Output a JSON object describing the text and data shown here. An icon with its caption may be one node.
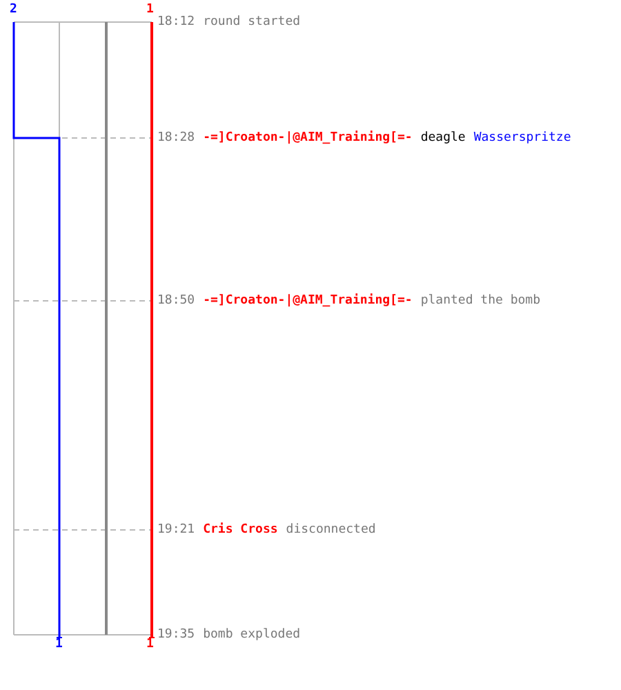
{
  "diagram": {
    "labels": [
      "2",
      "1",
      "18:12",
      "round started",
      "18:28",
      "-=]Croaton-|@AIM_Training[=-",
      "deagle",
      "Wasserspritze",
      "18:50",
      "-=]Croaton-|@AIM_Training[=-",
      "planted the bomb",
      "19:21",
      "Cris Cross",
      "disconnected",
      "19:35",
      "bomb exploded",
      "1",
      "1"
    ]
  }
}
